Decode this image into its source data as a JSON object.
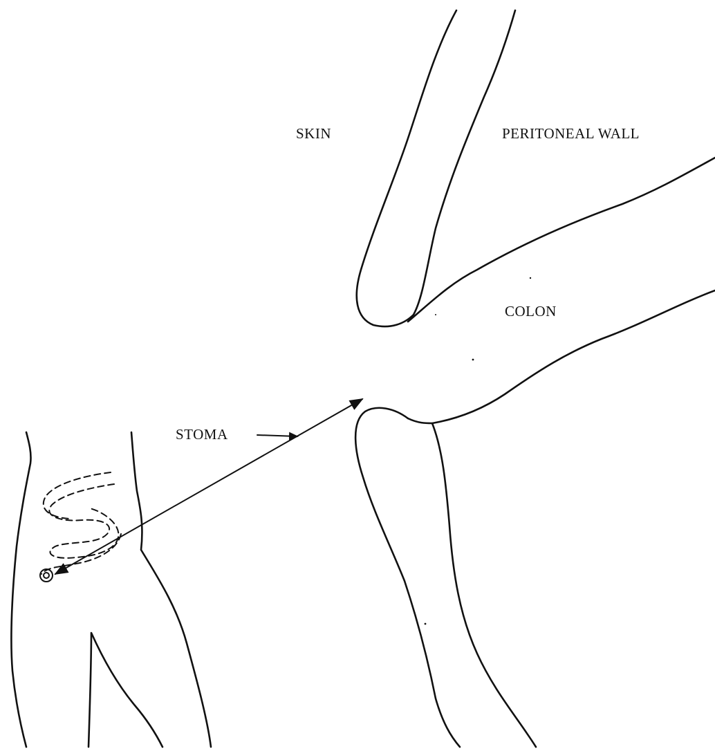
{
  "labels": {
    "skin": "SKIN",
    "peritoneal_wall": "PERITONEAL WALL",
    "colon": "COLON",
    "stoma": "STOMA"
  },
  "colors": {
    "line": "#111111",
    "background": "#ffffff"
  }
}
